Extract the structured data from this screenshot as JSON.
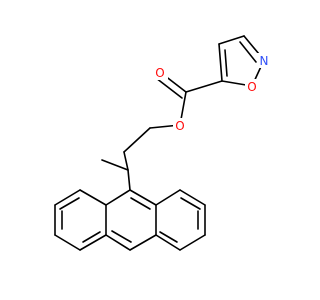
{
  "colors": {
    "bond": "#000000",
    "O": "#ff0d0d",
    "N": "#3050f8",
    "background": "#ffffff"
  },
  "atoms": [
    {
      "id": "N1",
      "label": "N",
      "element": "N"
    },
    {
      "id": "O1",
      "label": "O",
      "element": "O"
    },
    {
      "id": "O_carbonyl",
      "label": "O",
      "element": "O"
    },
    {
      "id": "O_ester",
      "label": "O",
      "element": "O"
    }
  ]
}
